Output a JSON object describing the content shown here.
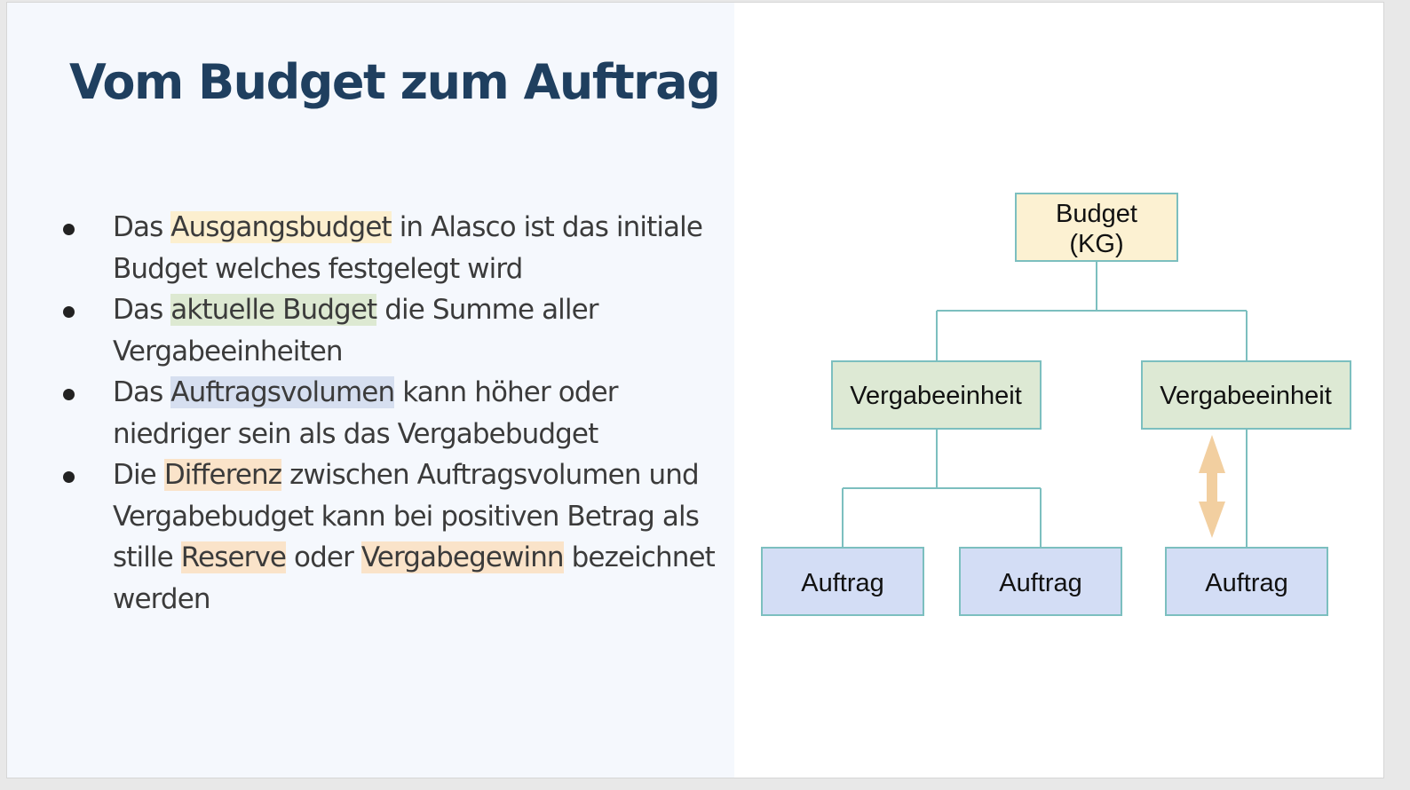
{
  "slide": {
    "title": "Vom Budget zum Auftrag",
    "bullets": [
      {
        "parts": [
          {
            "text": "Das ",
            "highlight": null
          },
          {
            "text": "Ausgangsbudget",
            "highlight": "yellow"
          },
          {
            "text": " in Alasco ist das initiale Budget welches festgelegt wird",
            "highlight": null
          }
        ]
      },
      {
        "parts": [
          {
            "text": "Das ",
            "highlight": null
          },
          {
            "text": "aktuelle Budget",
            "highlight": "green"
          },
          {
            "text": " die Summe aller Vergabeeinheiten",
            "highlight": null
          }
        ]
      },
      {
        "parts": [
          {
            "text": "Das ",
            "highlight": null
          },
          {
            "text": "Auftragsvolumen",
            "highlight": "blue"
          },
          {
            "text": " kann höher oder niedriger sein als das Vergabebudget",
            "highlight": null
          }
        ]
      },
      {
        "parts": [
          {
            "text": "Die ",
            "highlight": null
          },
          {
            "text": "Differenz",
            "highlight": "orange"
          },
          {
            "text": " zwischen Auftragsvolumen und Vergabebudget kann bei positiven Betrag als stille ",
            "highlight": null
          },
          {
            "text": "Reserve",
            "highlight": "orange"
          },
          {
            "text": " oder ",
            "highlight": null
          },
          {
            "text": "Vergabegewinn",
            "highlight": "orange"
          },
          {
            "text": " bezeichnet werden",
            "highlight": null
          }
        ]
      }
    ]
  },
  "diagram": {
    "root": {
      "line1": "Budget",
      "line2": "(KG)"
    },
    "units": [
      {
        "label": "Vergabeeinheit"
      },
      {
        "label": "Vergabeeinheit"
      }
    ],
    "orders": [
      {
        "label": "Auftrag"
      },
      {
        "label": "Auftrag"
      },
      {
        "label": "Auftrag"
      }
    ]
  },
  "colors": {
    "title": "#1f3f5f",
    "text": "#3b3b3b",
    "highlight_yellow": "#fcefcf",
    "highlight_green": "#dde9d2",
    "highlight_blue": "#d6dff0",
    "highlight_orange": "#fae3c9",
    "node_border": "#7cbfbf",
    "root_fill": "#fcf1d2",
    "unit_fill": "#dde9d4",
    "order_fill": "#d3ddf5",
    "arrow": "#f2cfa0"
  }
}
